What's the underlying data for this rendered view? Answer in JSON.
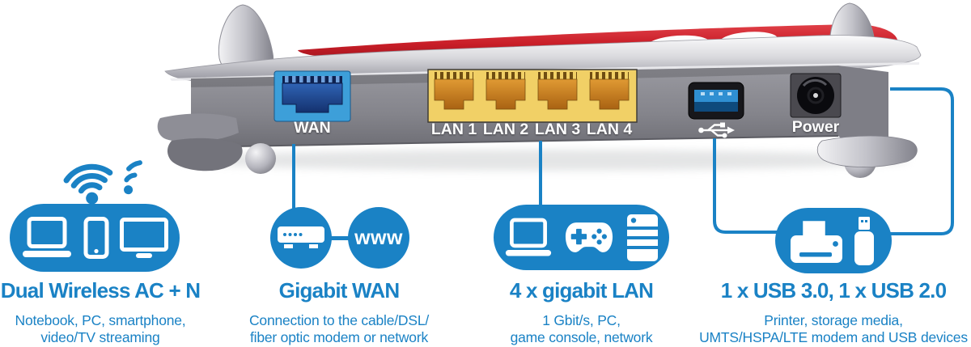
{
  "colors": {
    "accent": "#1a82c5",
    "router_red": "#c91e28",
    "lan_yellow": "#f1d066",
    "wan_frame_blue": "#3d9fd9"
  },
  "router": {
    "wan_label": "WAN",
    "lan_labels": [
      "LAN 1",
      "LAN 2",
      "LAN 3",
      "LAN 4"
    ],
    "power_label": "Power",
    "usb_icon": "usb-trident-icon"
  },
  "callouts": [
    {
      "id": "wireless",
      "title": "Dual Wireless AC + N",
      "subtitle_line1": "Notebook, PC, smartphone,",
      "subtitle_line2": "video/TV streaming",
      "icons": [
        "wifi-icon",
        "laptop-icon",
        "smartphone-icon",
        "tv-icon"
      ]
    },
    {
      "id": "wan",
      "title": "Gigabit WAN",
      "subtitle_line1": "Connection to the cable/DSL/",
      "subtitle_line2": "fiber optic modem or network",
      "www_label": "www",
      "icons": [
        "modem-icon",
        "www-badge"
      ]
    },
    {
      "id": "lan",
      "title": "4 x gigabit LAN",
      "subtitle_line1": "1 Gbit/s, PC,",
      "subtitle_line2": "game console, network",
      "icons": [
        "laptop-icon",
        "gamepad-icon",
        "server-icon"
      ]
    },
    {
      "id": "usb",
      "title": "1 x USB 3.0, 1 x USB 2.0",
      "subtitle_line1": "Printer, storage media,",
      "subtitle_line2": "UMTS/HSPA/LTE modem and USB devices",
      "icons": [
        "printer-icon",
        "usb-stick-icon"
      ]
    }
  ]
}
